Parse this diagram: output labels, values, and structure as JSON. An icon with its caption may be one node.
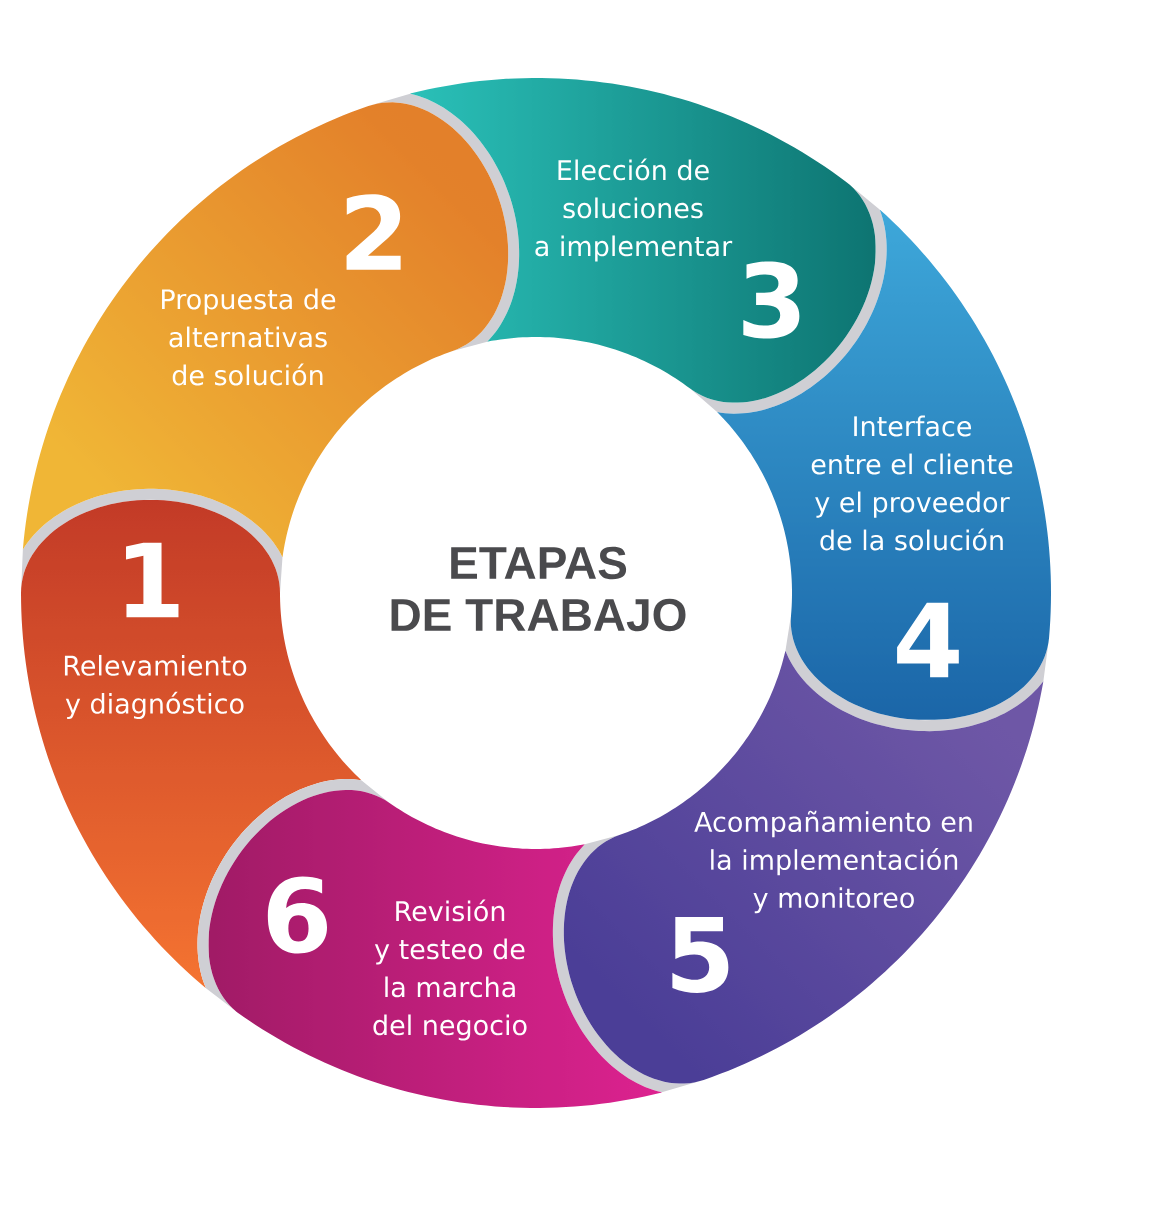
{
  "diagram": {
    "title": "ETAPAS DE TRABAJO",
    "nodes": [
      {
        "text": [
          "1",
          "Relevamiento y diagnóstico"
        ]
      },
      {
        "text": [
          "2",
          "Propuesta de alternativas de solución"
        ]
      },
      {
        "text": [
          "Elección de soluciones a implementar",
          "3"
        ]
      },
      {
        "text": [
          "Interface entre el cliente y el proveedor de la solución",
          "4"
        ]
      },
      {
        "text": [
          "Acompañamiento en la implementación y monitoreo",
          "5"
        ]
      },
      {
        "text": [
          "6",
          "Revisión y testeo de la marcha del negocio"
        ]
      }
    ]
  }
}
